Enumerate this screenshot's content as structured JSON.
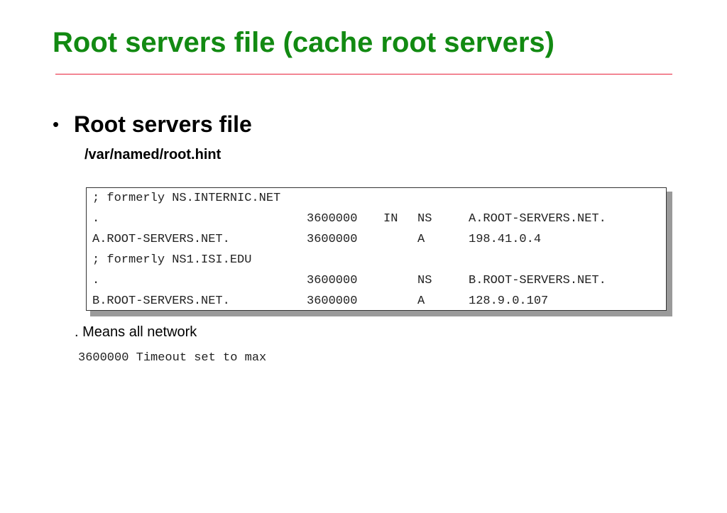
{
  "slide": {
    "title": "Root servers file (cache root servers)",
    "bullet": {
      "marker": "•",
      "text": "Root servers file"
    },
    "file_path": "/var/named/root.hint",
    "code_lines": [
      {
        "comment": "; formerly NS.INTERNIC.NET"
      },
      {
        "name": ".",
        "ttl": "3600000",
        "class": "IN",
        "type": "NS",
        "data": "A.ROOT-SERVERS.NET."
      },
      {
        "name": "A.ROOT-SERVERS.NET.",
        "ttl": "3600000",
        "class": "",
        "type": "A",
        "data": "198.41.0.4"
      },
      {
        "comment": "; formerly NS1.ISI.EDU"
      },
      {
        "name": ".",
        "ttl": "3600000",
        "class": "",
        "type": "NS",
        "data": "B.ROOT-SERVERS.NET."
      },
      {
        "name": "B.ROOT-SERVERS.NET.",
        "ttl": "3600000",
        "class": "",
        "type": "A",
        "data": "128.9.0.107"
      }
    ],
    "notes": {
      "dot_meaning": ". Means all network",
      "timeout_meaning": "3600000 Timeout set to max"
    }
  }
}
